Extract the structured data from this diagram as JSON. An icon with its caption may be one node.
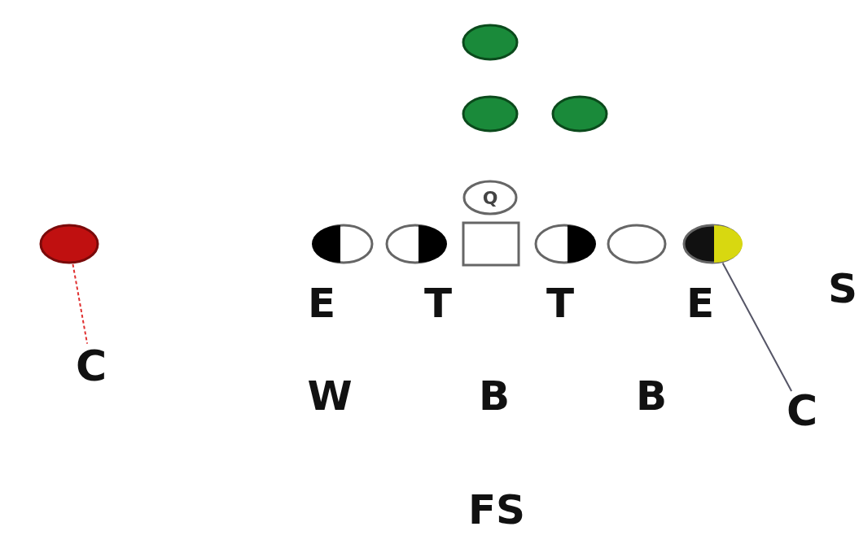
{
  "diagram": {
    "nodes": [
      {
        "text": [],
        "shape": "circle"
      },
      {
        "text": [],
        "shape": "circle"
      },
      {
        "text": [],
        "shape": "circle"
      },
      {
        "text": [
          "Q"
        ]
      },
      {
        "text": [],
        "shape": "circle"
      },
      {
        "text": [],
        "shape": "circle"
      },
      {
        "text": [],
        "shape": "box"
      },
      {
        "text": [],
        "shape": "circle"
      },
      {
        "text": [],
        "shape": "circle"
      },
      {
        "text": [],
        "shape": "circle"
      },
      {
        "text": [],
        "shape": "circle"
      },
      {
        "text": [
          "C"
        ]
      },
      {
        "text": [
          "C"
        ]
      }
    ],
    "edges": [
      {
        "from": 10,
        "to": 11,
        "arrow": "none",
        "style": "dashed",
        "color": "#e03030"
      },
      {
        "from": 9,
        "to": 12,
        "arrow": "none",
        "color": "#555566"
      }
    ],
    "labels": [
      "E",
      "T",
      "T",
      "E",
      "S",
      "W",
      "B",
      "B",
      "FS"
    ]
  }
}
